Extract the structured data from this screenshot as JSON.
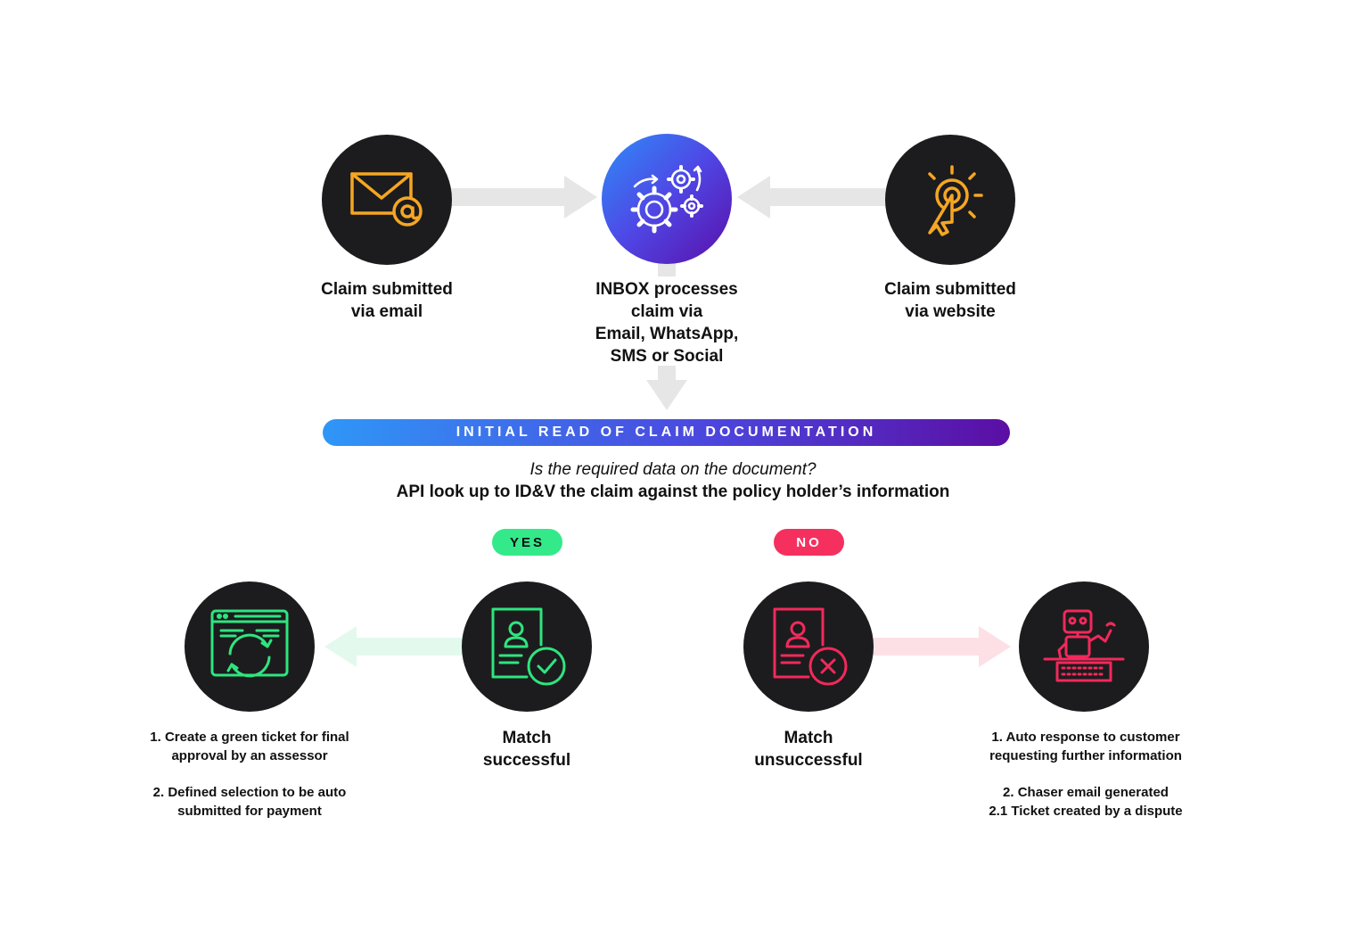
{
  "nodes": {
    "email": {
      "label_line1": "Claim submitted",
      "label_line2": "via email",
      "icon": "envelope-at-icon",
      "color": "#f5a623"
    },
    "inbox": {
      "label_line1": "INBOX processes",
      "label_line2": "claim via",
      "label_line3": "Email, WhatsApp,",
      "label_line4": "SMS or Social",
      "icon": "gears-icon"
    },
    "website": {
      "label_line1": "Claim submitted",
      "label_line2": "via website",
      "icon": "cursor-click-icon",
      "color": "#f5a623"
    },
    "match_success": {
      "label_line1": "Match",
      "label_line2": "successful",
      "icon": "document-check-icon",
      "color": "#2ee57f"
    },
    "green_ticket": {
      "icon": "browser-sync-icon",
      "color": "#2ee57f"
    },
    "match_fail": {
      "label_line1": "Match",
      "label_line2": "unsuccessful",
      "icon": "document-x-icon",
      "color": "#f2295b"
    },
    "robot": {
      "icon": "robot-icon",
      "color": "#f2295b"
    }
  },
  "banner": {
    "text": "INITIAL READ OF CLAIM DOCUMENTATION"
  },
  "question": {
    "italic": "Is the required data on the document?",
    "bold": "API look up to ID&V the claim against the policy holder’s information"
  },
  "pills": {
    "yes": {
      "text": "YES",
      "color": "#34e98a"
    },
    "no": {
      "text": "NO",
      "color": "#f5305f"
    }
  },
  "notes": {
    "left": {
      "line1": "1. Create a green ticket for final",
      "line2": "approval by an assessor",
      "line3": "2. Defined selection to be auto",
      "line4": "submitted for payment"
    },
    "right": {
      "line1": "1. Auto response to customer",
      "line2": "requesting further information",
      "line3": "2. Chaser email generated",
      "line4": "2.1 Ticket created by a dispute"
    }
  },
  "colors": {
    "arrow_gray": "#e6e6e6",
    "arrow_green": "#e3f9ee",
    "arrow_pink": "#fde0e6",
    "circle_bg": "#1c1c1e"
  }
}
